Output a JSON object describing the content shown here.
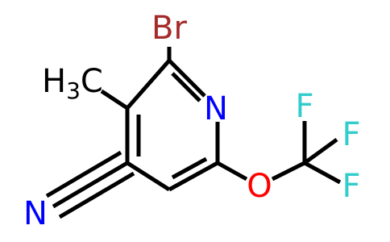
{
  "structure": {
    "atoms": {
      "br": {
        "symbol": "Br",
        "color": "#a52a2a"
      },
      "n_ring": {
        "symbol": "N",
        "color": "#0000ff"
      },
      "methyl": {
        "symbol": "H",
        "subscript": "3",
        "suffix": "C",
        "color": "#000000"
      },
      "n_nitrile": {
        "symbol": "N",
        "color": "#0000ff"
      },
      "o": {
        "symbol": "O",
        "color": "#ff0000"
      },
      "f1": {
        "symbol": "F",
        "color": "#33cccc"
      },
      "f2": {
        "symbol": "F",
        "color": "#33cccc"
      },
      "f3": {
        "symbol": "F",
        "color": "#33cccc"
      }
    }
  }
}
